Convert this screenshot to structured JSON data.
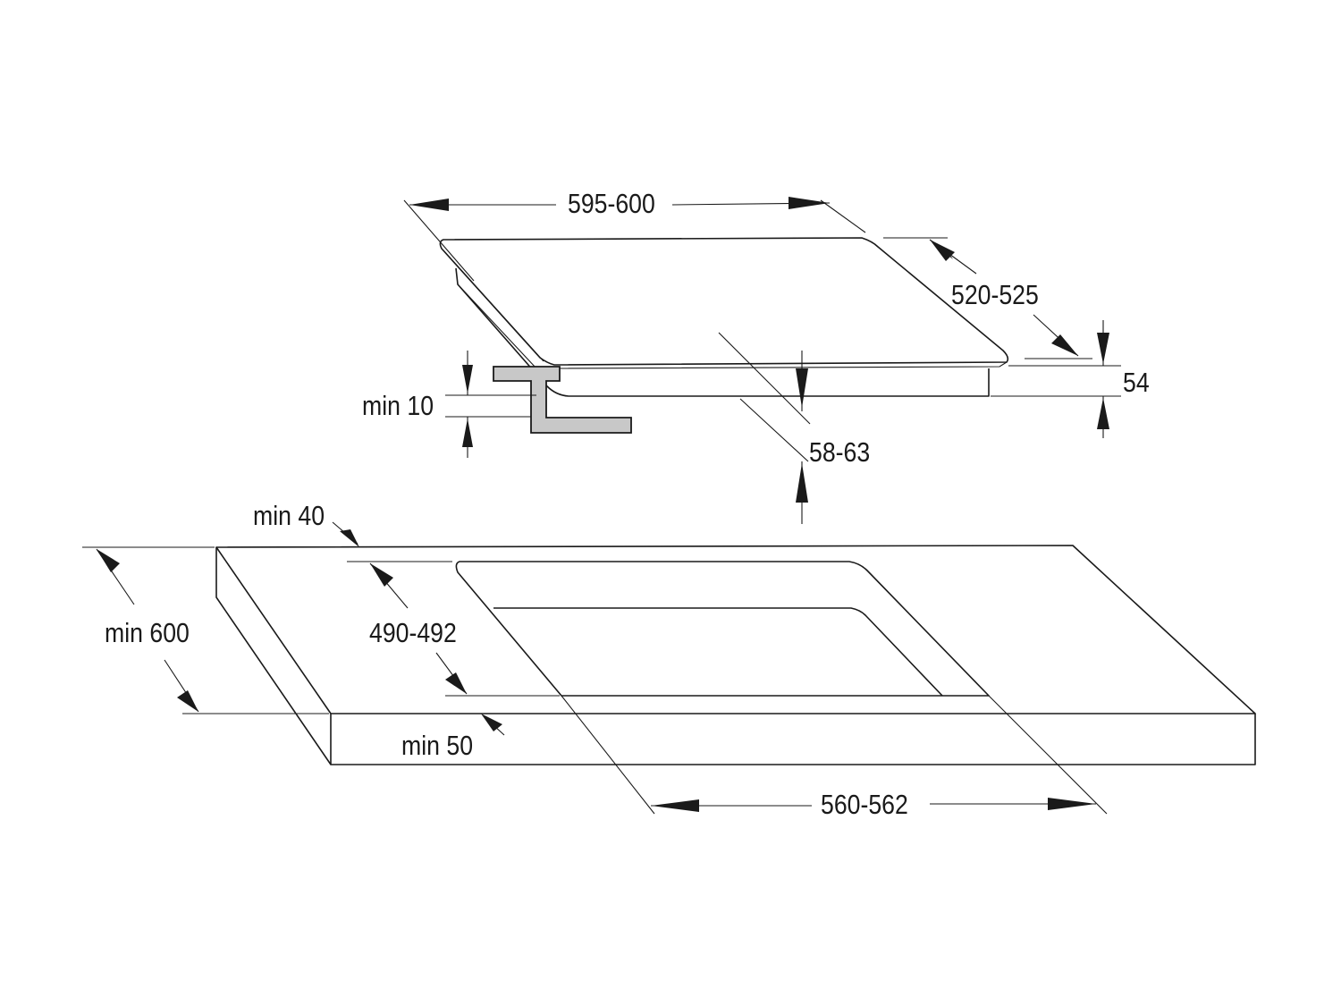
{
  "dimensions": {
    "hob_width": "595-600",
    "hob_depth": "520-525",
    "hob_height": "54",
    "clearance_below": "min 10",
    "embed_depth": "58-63",
    "min_rear_gap": "min 40",
    "min_worktop_depth": "min 600",
    "cutout_depth": "490-492",
    "min_front_gap": "min 50",
    "cutout_width": "560-562"
  }
}
